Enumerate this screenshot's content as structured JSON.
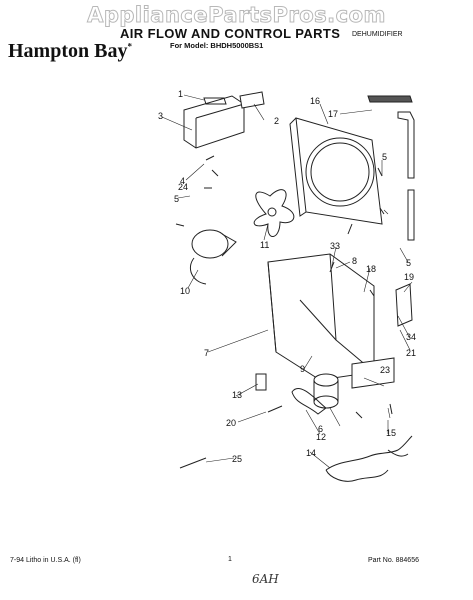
{
  "watermark": "AppliancePartsPros.com",
  "header": {
    "title": "AIR FLOW AND CONTROL PARTS",
    "product": "DEHUMIDIFIER",
    "brand": "Hampton Bay",
    "brand_mark": "*",
    "model": "For Model: BHDH5000BS1"
  },
  "callouts": [
    "1",
    "2",
    "3",
    "4",
    "5",
    "6",
    "7",
    "9",
    "10",
    "11",
    "12",
    "13",
    "14",
    "15",
    "16",
    "17",
    "18",
    "19",
    "20",
    "21",
    "23",
    "24",
    "25",
    "33",
    "34",
    "8",
    "5",
    "5"
  ],
  "footer": {
    "left": "7-94  Litho in U.S.A. (fl)",
    "center": "1",
    "right": "Part No. 884656"
  },
  "handwriting": "6AH"
}
